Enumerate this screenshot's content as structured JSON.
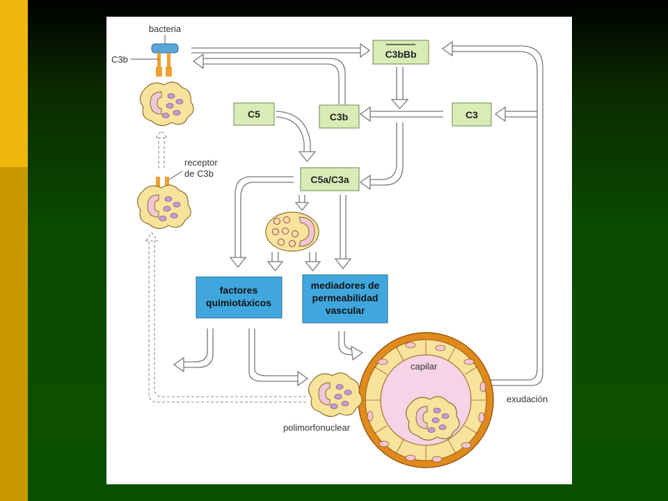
{
  "labels": {
    "bacteria": "bacteria",
    "c3b_side": "C3b",
    "receptor_line1": "receptor",
    "receptor_line2": "de C3b",
    "polimorfonuclear": "polimorfonuclear",
    "capilar": "capilar",
    "exudacion": "exudación"
  },
  "boxes": {
    "c3bbb": "C3bBb",
    "c5": "C5",
    "c3b": "C3b",
    "c3": "C3",
    "c5a_c3a": "C5a/C3a",
    "factores_line1": "factores",
    "factores_line2": "quimiotáxicos",
    "mediadores_line1": "mediadores de",
    "mediadores_line2": "permeabilidad",
    "mediadores_line3": "vascular"
  },
  "colors": {
    "green_box": "#d9ebb6",
    "blue_box": "#3fa7de",
    "cell": "#f8e39c",
    "nucleus": "#f0c6d8",
    "granule": "#c89ad6",
    "capillary_ring": "#e08a1e",
    "lumen": "#f6d3e6",
    "bacteria": "#5aa6d9",
    "receptor": "#f0a030"
  }
}
